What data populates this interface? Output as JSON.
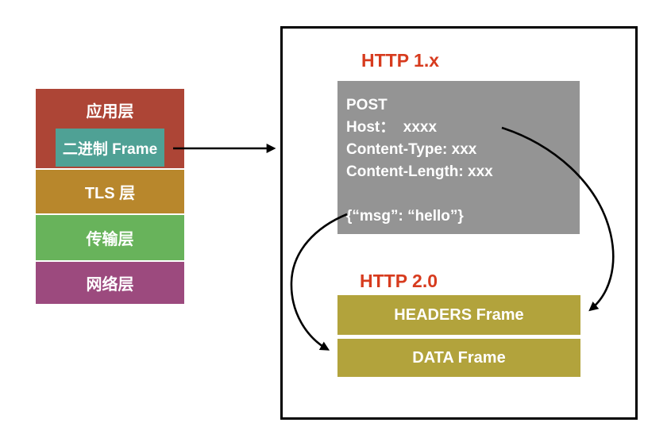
{
  "diagram": {
    "left_stack": {
      "layers": [
        {
          "id": "application",
          "label": "应用层",
          "color": "#ad4536"
        },
        {
          "id": "binary-frame",
          "label": "二进制 Frame",
          "color": "#4fa195"
        },
        {
          "id": "tls",
          "label": "TLS 层",
          "color": "#b8872c"
        },
        {
          "id": "transport",
          "label": "传输层",
          "color": "#68b35b"
        },
        {
          "id": "network",
          "label": "网络层",
          "color": "#9c4a7e"
        }
      ]
    },
    "http1": {
      "title": "HTTP 1.x",
      "box_color": "#949494",
      "lines": [
        "POST",
        "Host：  xxxx",
        "Content-Type: xxx",
        "Content-Length: xxx",
        "",
        "{“msg”: “hello”}"
      ]
    },
    "http2": {
      "title": "HTTP 2.0",
      "frame_color": "#b2a33c",
      "frames": [
        {
          "label": "HEADERS Frame"
        },
        {
          "label": "DATA Frame"
        }
      ]
    },
    "colors": {
      "title_accent": "#d73b1e",
      "arrow": "#000000",
      "panel_border": "#000000",
      "text_on_blocks": "#ffffff"
    },
    "arrows": [
      {
        "name": "binary-frame-to-panel",
        "from": "二进制 Frame",
        "to": "right panel"
      },
      {
        "name": "body-to-data-frame",
        "from": "HTTP 1.x body",
        "to": "DATA Frame"
      },
      {
        "name": "headers-to-headers-frame",
        "from": "HTTP 1.x headers",
        "to": "HEADERS Frame"
      }
    ]
  }
}
